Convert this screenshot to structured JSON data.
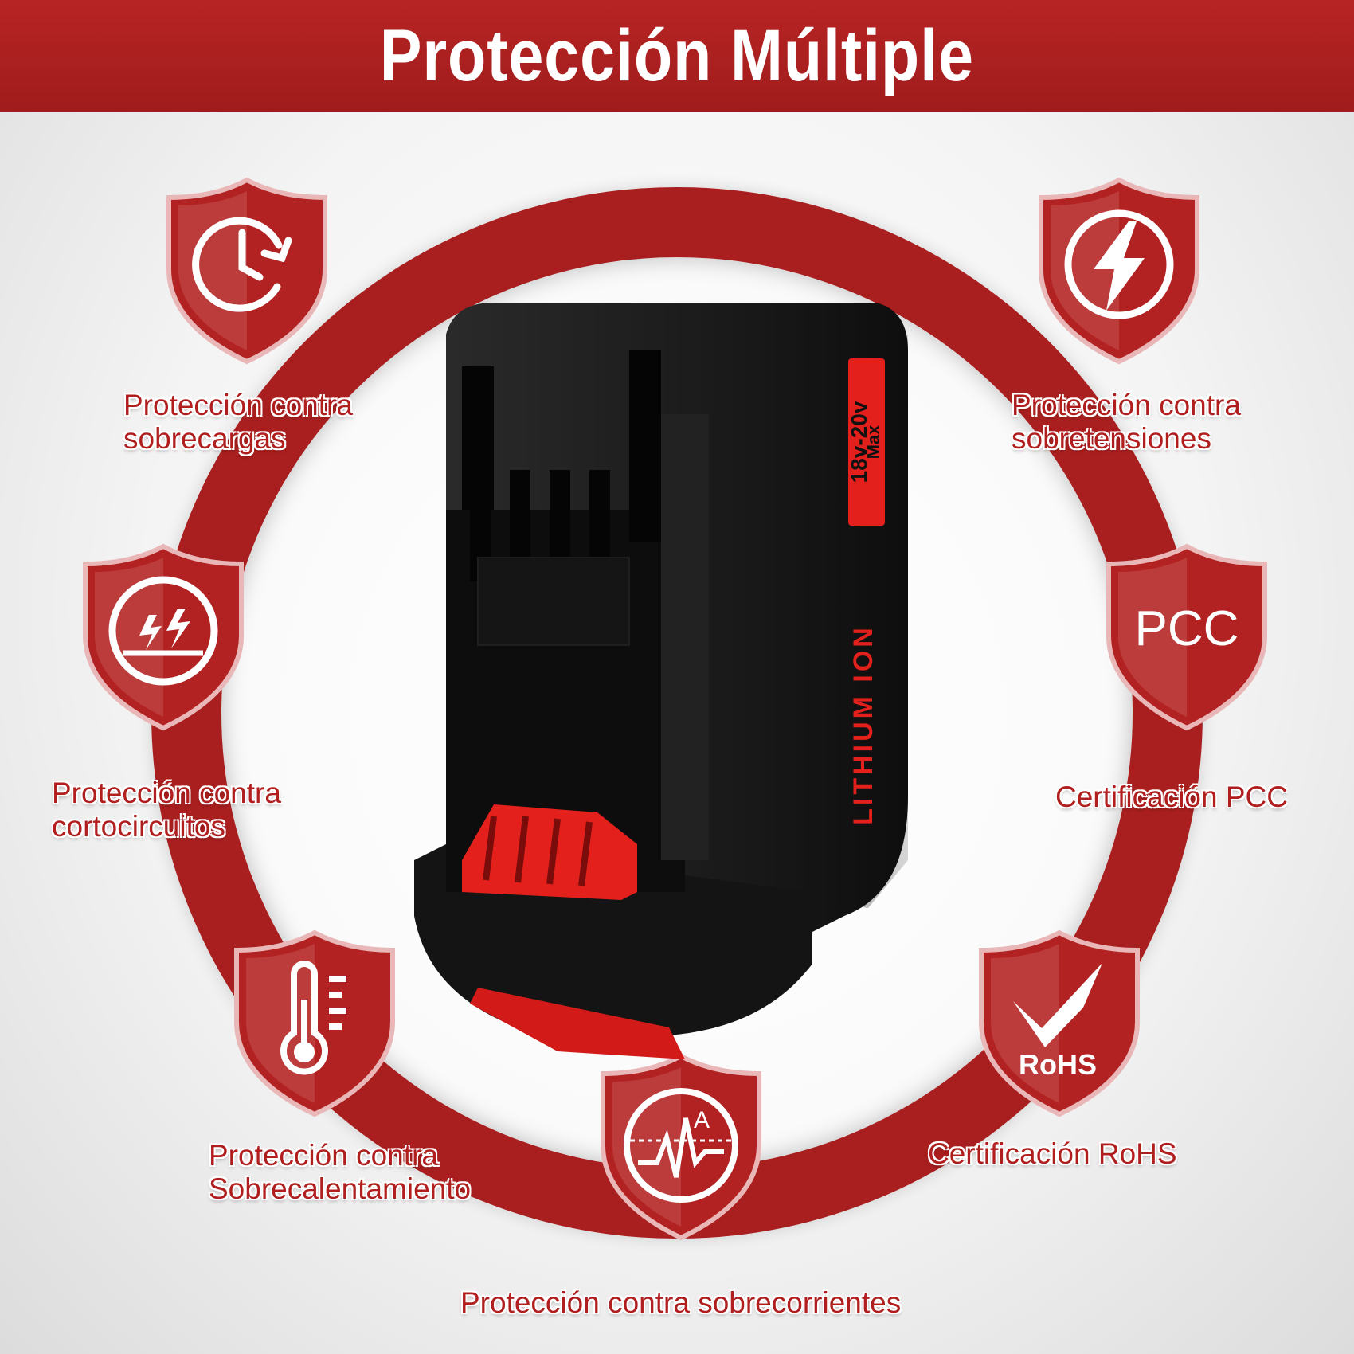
{
  "header": {
    "title": "Protección Múltiple"
  },
  "features": {
    "overcharge": {
      "line1": "Protección contra",
      "line2": "sobrecargas",
      "icon": "clock-refresh-icon"
    },
    "overvoltage": {
      "line1": "Protección contra",
      "line2": "sobretensiones",
      "icon": "lightning-icon"
    },
    "short_circuit": {
      "line1": "Protección contra",
      "line2": "cortocircuitos",
      "icon": "short-circuit-icon"
    },
    "pcc": {
      "label": "Certificación PCC",
      "badge": "PCC"
    },
    "overheat": {
      "line1": "Protección contra",
      "line2": "Sobrecalentamiento",
      "icon": "thermometer-icon"
    },
    "rohs": {
      "label": "Certificación RoHS",
      "badge": "RoHS"
    },
    "overcurrent": {
      "label": "Protección contra sobrecorrientes",
      "icon_letter": "A"
    }
  },
  "battery": {
    "voltage_line1": "18v-20v",
    "voltage_line2": "Max",
    "type": "LITHIUM ION"
  },
  "colors": {
    "brand_red": "#a91f1f",
    "text_red": "#b01e1e",
    "battery_black": "#1c1c1c",
    "battery_red": "#e3201b"
  }
}
